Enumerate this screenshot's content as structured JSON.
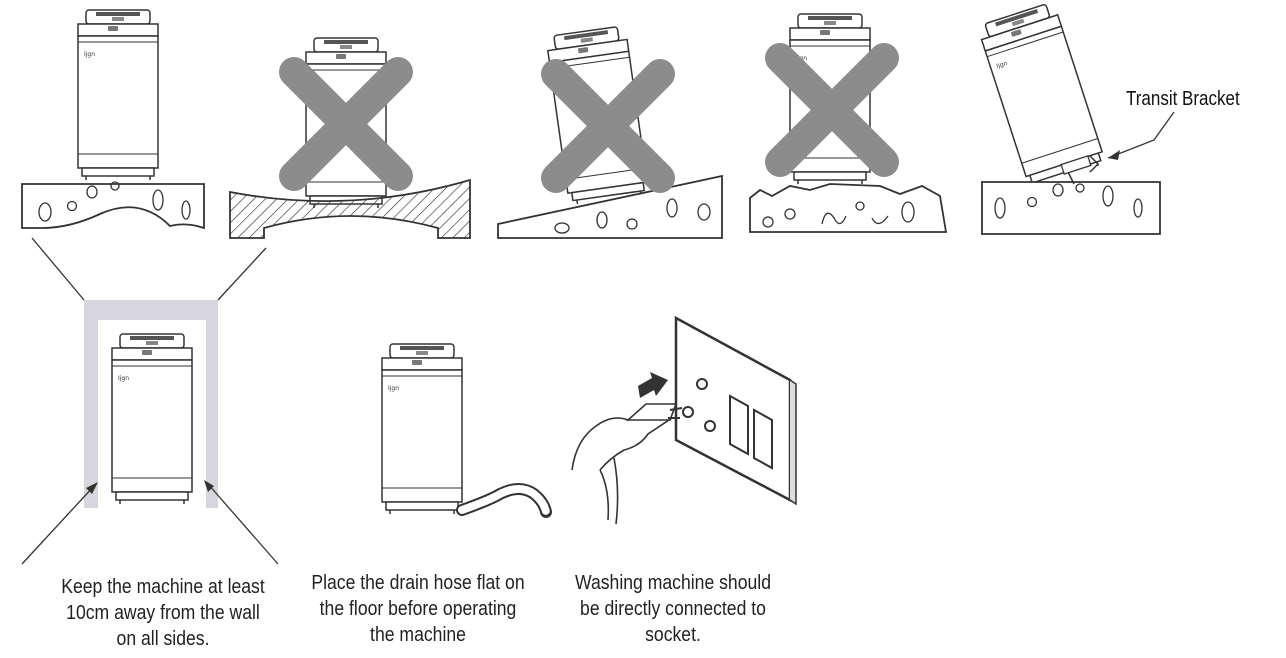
{
  "labels": {
    "transit_bracket": "Transit Bracket"
  },
  "captions": {
    "wall_clearance": [
      "Keep the machine at least",
      "10cm away from the wall",
      "on all sides."
    ],
    "drain_hose": [
      "Place the drain hose flat on",
      "the floor before operating",
      "the machine"
    ],
    "socket": [
      "Washing machine should",
      "be directly connected to",
      "socket."
    ]
  },
  "colors": {
    "line": "#333333",
    "cross": "#8c8c8c",
    "wall": "#d6d6dc",
    "machine_fill": "#ffffff"
  },
  "icons": {
    "prohibited": "cross-mark-icon",
    "push": "arrow-right-icon"
  }
}
